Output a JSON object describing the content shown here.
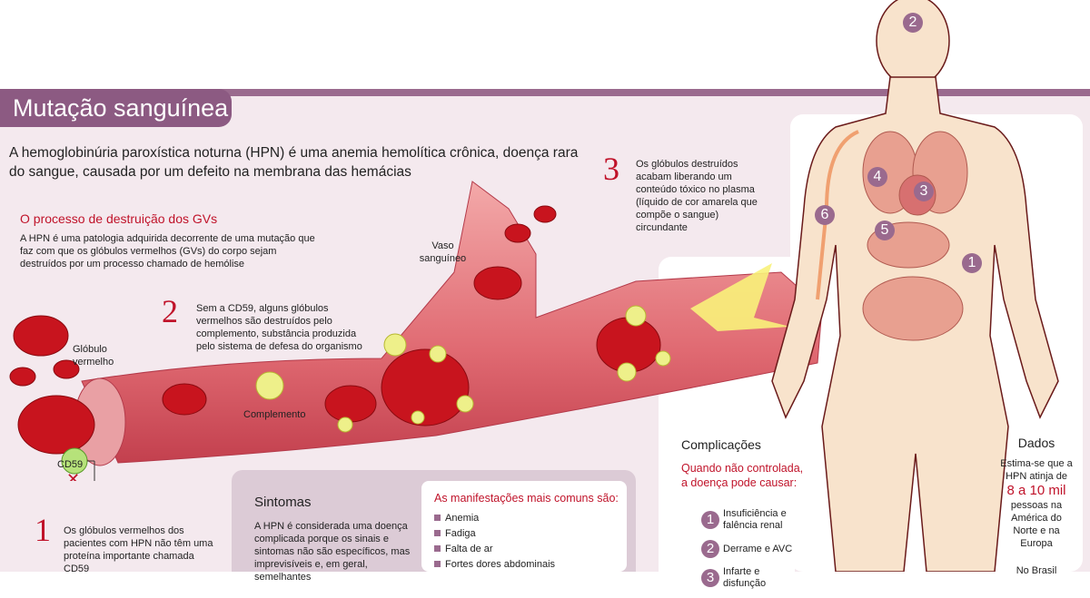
{
  "title": "Mutação sanguínea",
  "intro": "A hemoglobinúria paroxística noturna (HPN) é uma anemia hemolítica crônica, doença rara do sangue, causada por um defeito na membrana das hemácias",
  "process": {
    "heading": "O processo de destruição dos GVs",
    "description": "A HPN é uma patologia adquirida decorrente de uma mutação que faz com que os glóbulos vermelhos (GVs) do corpo sejam destruídos por um processo chamado de hemólise"
  },
  "labels": {
    "red_cell": "Glóbulo vermelho",
    "vessel": "Vaso sanguíneo",
    "complement": "Complemento",
    "cd59": "CD59"
  },
  "steps": [
    {
      "num": "1",
      "text": "Os glóbulos vermelhos dos pacientes com HPN não têm uma proteína importante chamada CD59"
    },
    {
      "num": "2",
      "text": "Sem a CD59, alguns glóbulos vermelhos são destruídos pelo complemento, substância produzida pelo sistema de defesa do organismo"
    },
    {
      "num": "3",
      "text": "Os glóbulos destruídos acabam liberando um conteúdo tóxico no plasma (líquido de cor amarela que compõe o sangue) circundante"
    }
  ],
  "symptoms": {
    "heading": "Sintomas",
    "text": "A HPN é considerada uma doença complicada porque os sinais e sintomas não são específicos, mas imprevisíveis e, em geral, semelhantes",
    "list_heading": "As manifestações mais comuns são:",
    "items": [
      "Anemia",
      "Fadiga",
      "Falta de ar",
      "Fortes dores abdominais"
    ]
  },
  "complications": {
    "heading": "Complicações",
    "subheading": "Quando não controlada, a doença pode causar:",
    "items": [
      {
        "num": "1",
        "text": "Insuficiência e falência renal"
      },
      {
        "num": "2",
        "text": "Derrame e AVC"
      },
      {
        "num": "3",
        "text": "Infarte e disfunção"
      }
    ]
  },
  "body_markers": [
    "1",
    "2",
    "3",
    "4",
    "5",
    "6"
  ],
  "facts": {
    "heading": "Dados",
    "pre": "Estima-se que a HPN atinja de",
    "highlight": "8 a 10 mil",
    "post": "pessoas na América do Norte e na Europa",
    "brazil": "No Brasil"
  },
  "colors": {
    "accent": "#8c5a82",
    "red": "#c0132a",
    "background": "#f4e9ee"
  }
}
